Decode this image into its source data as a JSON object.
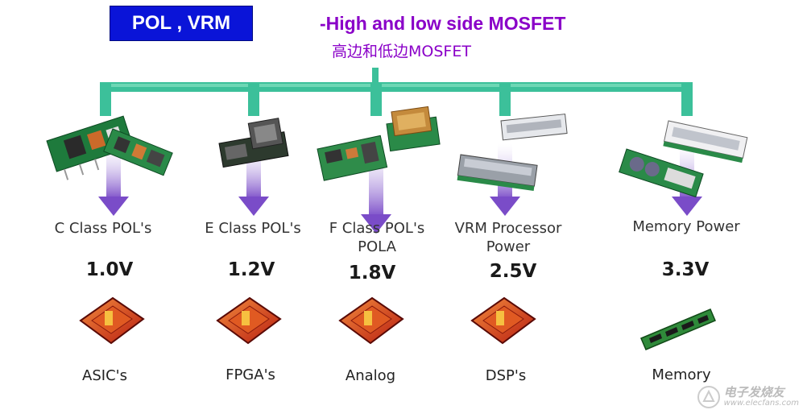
{
  "header": {
    "title": "POL , VRM",
    "subtitle": "-High and low side MOSFET",
    "subtitle_cn": "高边和低边MOSFET"
  },
  "colors": {
    "title_bg": "#0a14d8",
    "subtitle_text": "#8a00c8",
    "bus_green": "#3cc09a",
    "arrow_purple": "#7a4cc8"
  },
  "columns": [
    {
      "label": "C Class POL's",
      "voltage": "1.0V",
      "device": "ASIC's"
    },
    {
      "label": "E Class POL's",
      "voltage": "1.2V",
      "device": "FPGA's"
    },
    {
      "label": "F Class POL's POLA",
      "voltage": "1.8V",
      "device": "Analog"
    },
    {
      "label": "VRM Processor Power",
      "voltage": "2.5V",
      "device": "DSP's"
    },
    {
      "label": "Memory Power",
      "voltage": "3.3V",
      "device": "Memory"
    }
  ],
  "watermark": {
    "name": "电子发烧友",
    "url": "www.elecfans.com"
  }
}
